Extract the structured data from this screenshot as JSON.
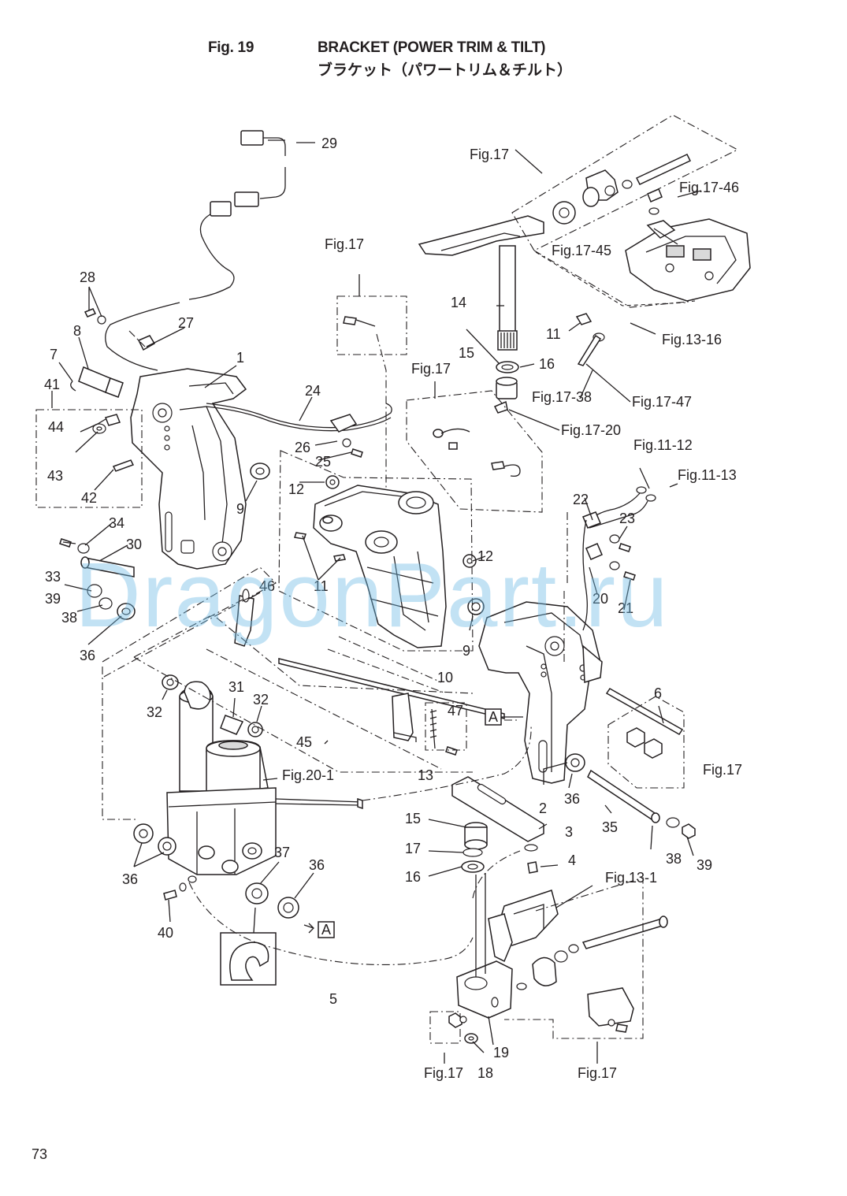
{
  "header": {
    "fig_no": "Fig. 19",
    "title_en": "BRACKET (POWER TRIM & TILT)",
    "title_ja": "ブラケット（パワートリム＆チルト）"
  },
  "page_number": "73",
  "watermark": "DragonPart.ru",
  "callouts": {
    "c1": "1",
    "c2": "2",
    "c3": "3",
    "c4": "4",
    "c5": "5",
    "c6": "6",
    "c7": "7",
    "c8": "8",
    "c9a": "9",
    "c9b": "9",
    "c10": "10",
    "c11a": "11",
    "c11b": "11",
    "c12a": "12",
    "c12b": "12",
    "c13": "13",
    "c14": "14",
    "c15a": "15",
    "c15b": "15",
    "c16a": "16",
    "c16b": "16",
    "c17": "17",
    "c18": "18",
    "c19": "19",
    "c20": "20",
    "c21": "21",
    "c22": "22",
    "c23": "23",
    "c24": "24",
    "c25": "25",
    "c26": "26",
    "c27": "27",
    "c28": "28",
    "c29": "29",
    "c30": "30",
    "c31": "31",
    "c32a": "32",
    "c32b": "32",
    "c33": "33",
    "c34": "34",
    "c35": "35",
    "c36a": "36",
    "c36b": "36",
    "c36c": "36",
    "c36d": "36",
    "c37": "37",
    "c38a": "38",
    "c38b": "38",
    "c39a": "39",
    "c39b": "39",
    "c40": "40",
    "c41": "41",
    "c42": "42",
    "c43": "43",
    "c44": "44",
    "c45": "45",
    "c46": "46",
    "c47": "47",
    "box_a1": "A",
    "box_a2": "A"
  },
  "references": {
    "r_fig17_top": "Fig.17",
    "r_fig17_46": "Fig.17-46",
    "r_fig17_45": "Fig.17-45",
    "r_fig13_16": "Fig.13-16",
    "r_fig17_mid": "Fig.17",
    "r_fig17_38": "Fig.17-38",
    "r_fig17_47": "Fig.17-47",
    "r_fig17_left": "Fig.17",
    "r_fig17_20": "Fig.17-20",
    "r_fig11_12": "Fig.11-12",
    "r_fig11_13": "Fig.11-13",
    "r_fig17_right": "Fig.17",
    "r_fig20_1": "Fig.20-1",
    "r_fig13_1": "Fig.13-1",
    "r_fig17_bl": "Fig.17",
    "r_fig17_br": "Fig.17"
  }
}
